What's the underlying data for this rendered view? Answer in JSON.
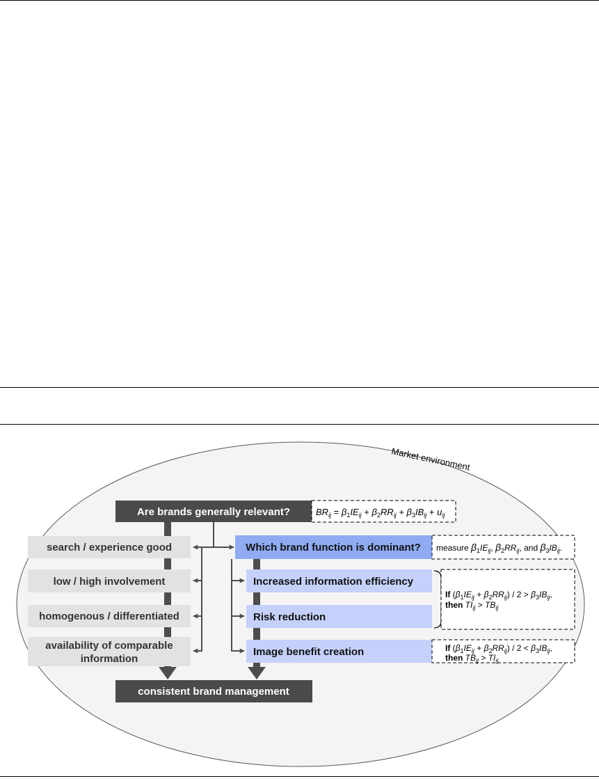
{
  "environment_label": "Market environment",
  "top_question": "Are brands generally relevant?",
  "top_formula": {
    "parts": [
      {
        "t": "BR",
        "i": true
      },
      {
        "t": "ij",
        "sub": true,
        "i": true
      },
      {
        "t": " = "
      },
      {
        "t": "β",
        "i": true
      },
      {
        "t": "1",
        "sub": true
      },
      {
        "t": "IE",
        "i": true
      },
      {
        "t": "ij",
        "sub": true,
        "i": true
      },
      {
        "t": " + "
      },
      {
        "t": "β",
        "i": true
      },
      {
        "t": "2",
        "sub": true
      },
      {
        "t": "RR",
        "i": true
      },
      {
        "t": "ij",
        "sub": true,
        "i": true
      },
      {
        "t": " + "
      },
      {
        "t": "β",
        "i": true
      },
      {
        "t": "3",
        "sub": true
      },
      {
        "t": "IB",
        "i": true
      },
      {
        "t": "ij",
        "sub": true,
        "i": true
      },
      {
        "t": " + "
      },
      {
        "t": "u",
        "i": true
      },
      {
        "t": "ij",
        "sub": true,
        "i": true
      }
    ]
  },
  "factors": [
    {
      "label": "search / experience good"
    },
    {
      "label": "low / high involvement"
    },
    {
      "label": "homogenous / differentiated"
    },
    {
      "label_lines": [
        "availability of comparable",
        "information"
      ]
    }
  ],
  "function_question": "Which brand function is dominant?",
  "measure_formula": {
    "parts": [
      {
        "t": "measure "
      },
      {
        "t": "β",
        "i": true,
        "big": true
      },
      {
        "t": "1",
        "sub": true
      },
      {
        "t": "IE",
        "i": true
      },
      {
        "t": "ij",
        "sub": true,
        "i": true
      },
      {
        "t": ", "
      },
      {
        "t": "β",
        "i": true,
        "big": true
      },
      {
        "t": "2",
        "sub": true
      },
      {
        "t": "RR",
        "i": true
      },
      {
        "t": "ij",
        "sub": true,
        "i": true
      },
      {
        "t": ", and "
      },
      {
        "t": "β",
        "i": true,
        "big": true
      },
      {
        "t": "3",
        "sub": true
      },
      {
        "t": "IB",
        "i": true
      },
      {
        "t": "ij",
        "sub": true,
        "i": true
      },
      {
        "t": "."
      }
    ]
  },
  "functions": [
    {
      "label": "Increased information efficiency"
    },
    {
      "label": "Risk reduction"
    },
    {
      "label": "Image benefit creation"
    }
  ],
  "condition_ti": {
    "line1": [
      {
        "t": "If ",
        "b": true
      },
      {
        "t": "("
      },
      {
        "t": "β",
        "i": true
      },
      {
        "t": "1",
        "sub": true
      },
      {
        "t": "IE",
        "i": true
      },
      {
        "t": "ij",
        "sub": true,
        "i": true
      },
      {
        "t": " + "
      },
      {
        "t": "β",
        "i": true
      },
      {
        "t": "2",
        "sub": true
      },
      {
        "t": "RR",
        "i": true
      },
      {
        "t": "ij",
        "sub": true,
        "i": true
      },
      {
        "t": ") / 2 > "
      },
      {
        "t": "β",
        "i": true
      },
      {
        "t": "3",
        "sub": true
      },
      {
        "t": "IB",
        "i": true
      },
      {
        "t": "ij",
        "sub": true,
        "i": true
      },
      {
        "t": ","
      }
    ],
    "line2": [
      {
        "t": "then ",
        "b": true
      },
      {
        "t": "TI",
        "i": true
      },
      {
        "t": "ij",
        "sub": true,
        "i": true
      },
      {
        "t": " > "
      },
      {
        "t": "TB",
        "i": true
      },
      {
        "t": "ij",
        "sub": true,
        "i": true
      }
    ]
  },
  "condition_tb": {
    "line1": [
      {
        "t": "If ",
        "b": true
      },
      {
        "t": "("
      },
      {
        "t": "β",
        "i": true
      },
      {
        "t": "1",
        "sub": true
      },
      {
        "t": "IE",
        "i": true
      },
      {
        "t": "ij",
        "sub": true,
        "i": true
      },
      {
        "t": " + "
      },
      {
        "t": "β",
        "i": true
      },
      {
        "t": "2",
        "sub": true
      },
      {
        "t": "RR",
        "i": true
      },
      {
        "t": "ij",
        "sub": true,
        "i": true
      },
      {
        "t": ") / 2 < "
      },
      {
        "t": "β",
        "i": true
      },
      {
        "t": "3",
        "sub": true
      },
      {
        "t": "IB",
        "i": true
      },
      {
        "t": "ij",
        "sub": true,
        "i": true
      },
      {
        "t": ","
      }
    ],
    "line2": [
      {
        "t": "then ",
        "b": true
      },
      {
        "t": "TB",
        "i": true
      },
      {
        "t": "ij",
        "sub": true,
        "i": true
      },
      {
        "t": " > "
      },
      {
        "t": "TI",
        "i": true
      },
      {
        "t": "ij",
        "sub": true,
        "i": true
      }
    ]
  },
  "bottom_label": "consistent brand management",
  "colors": {
    "dark_box": "#4a4a4a",
    "grey_box": "#e2e2e2",
    "blue_dark": "#8facf3",
    "blue_light": "#c5d1fb",
    "ellipse_fill": "#f4f4f4",
    "arrow": "#4d4d4d"
  }
}
